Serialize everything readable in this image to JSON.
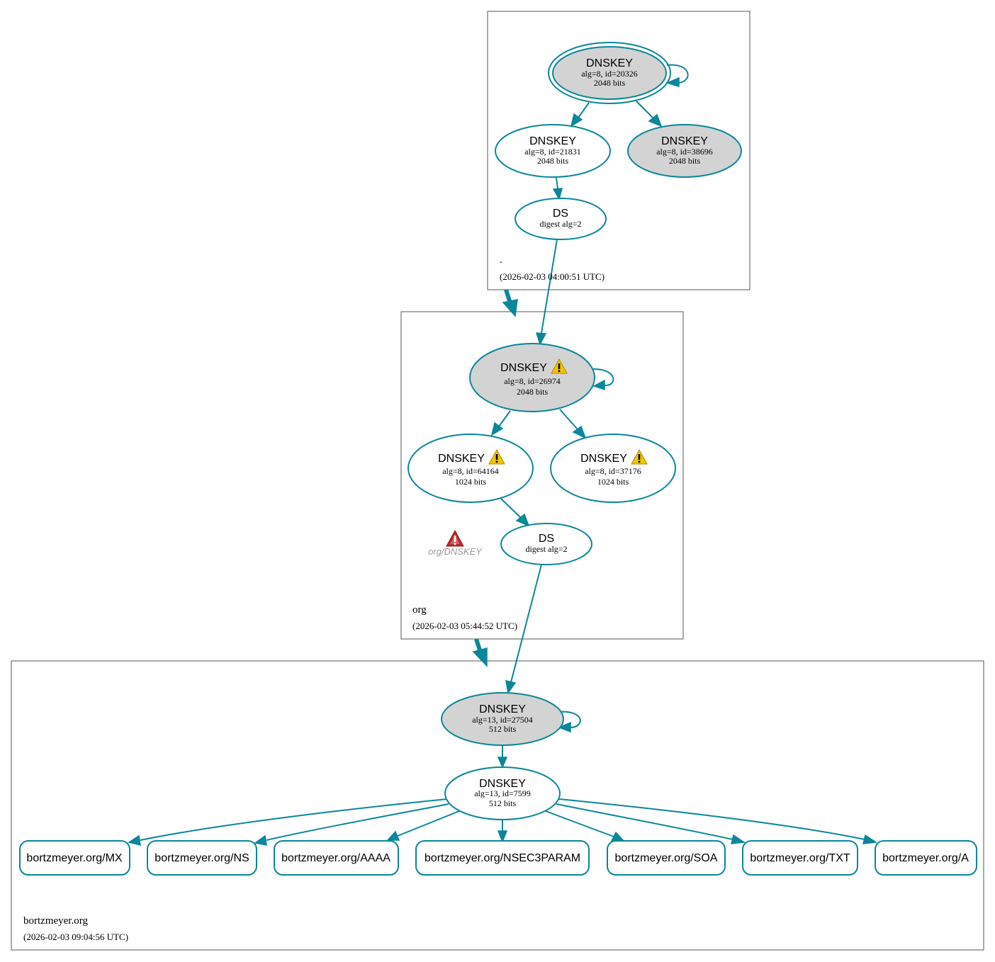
{
  "colors": {
    "edge": "#0a879a",
    "zone_border": "#555555",
    "ksk_fill": "#d3d3d3",
    "zsk_fill": "#ffffff",
    "warning_yellow": "#f2c500",
    "error_red": "#c0272d"
  },
  "zones": {
    "root": {
      "name": ".",
      "time": "(2026-02-03 04:00:51 UTC)",
      "ksk": {
        "title": "DNSKEY",
        "line1": "alg=8, id=20326",
        "line2": "2048 bits"
      },
      "zsk1": {
        "title": "DNSKEY",
        "line1": "alg=8, id=21831",
        "line2": "2048 bits"
      },
      "zsk2": {
        "title": "DNSKEY",
        "line1": "alg=8, id=38696",
        "line2": "2048 bits"
      },
      "ds": {
        "title": "DS",
        "line1": "digest alg=2"
      }
    },
    "org": {
      "name": "org",
      "time": "(2026-02-03 05:44:52 UTC)",
      "ksk": {
        "title": "DNSKEY",
        "line1": "alg=8, id=26974",
        "line2": "2048 bits",
        "icon": "warning-icon"
      },
      "zsk1": {
        "title": "DNSKEY",
        "line1": "alg=8, id=64164",
        "line2": "1024 bits",
        "icon": "warning-icon"
      },
      "zsk2": {
        "title": "DNSKEY",
        "line1": "alg=8, id=37176",
        "line2": "1024 bits",
        "icon": "warning-icon"
      },
      "ds": {
        "title": "DS",
        "line1": "digest alg=2"
      },
      "error": {
        "label": "org/DNSKEY",
        "icon": "error-icon"
      }
    },
    "bortzmeyer": {
      "name": "bortzmeyer.org",
      "time": "(2026-02-03 09:04:56 UTC)",
      "ksk": {
        "title": "DNSKEY",
        "line1": "alg=13, id=27504",
        "line2": "512 bits"
      },
      "zsk": {
        "title": "DNSKEY",
        "line1": "alg=13, id=7599",
        "line2": "512 bits"
      },
      "records": [
        "bortzmeyer.org/MX",
        "bortzmeyer.org/NS",
        "bortzmeyer.org/AAAA",
        "bortzmeyer.org/NSEC3PARAM",
        "bortzmeyer.org/SOA",
        "bortzmeyer.org/TXT",
        "bortzmeyer.org/A"
      ]
    }
  }
}
